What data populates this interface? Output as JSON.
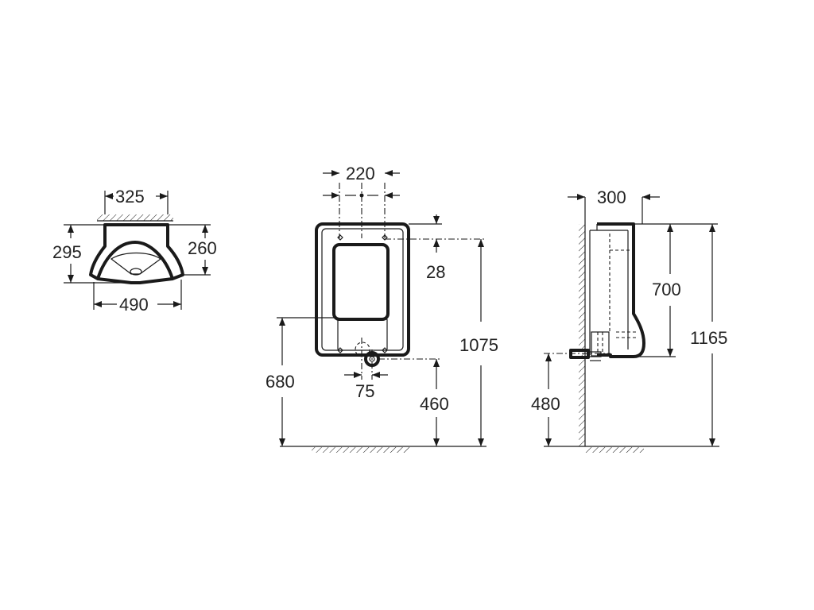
{
  "top_view": {
    "width_back": "325",
    "depth_total": "295",
    "depth_bowl": "260",
    "width_total": "490"
  },
  "front_view": {
    "fixing_spacing": "220",
    "top_to_fixing": "28",
    "total_height": "1075",
    "lower_fixing_height": "680",
    "outlet_spacing": "75",
    "outlet_height": "460"
  },
  "side_view": {
    "depth": "300",
    "body_height": "700",
    "total_height": "1165",
    "inlet_height": "480"
  }
}
